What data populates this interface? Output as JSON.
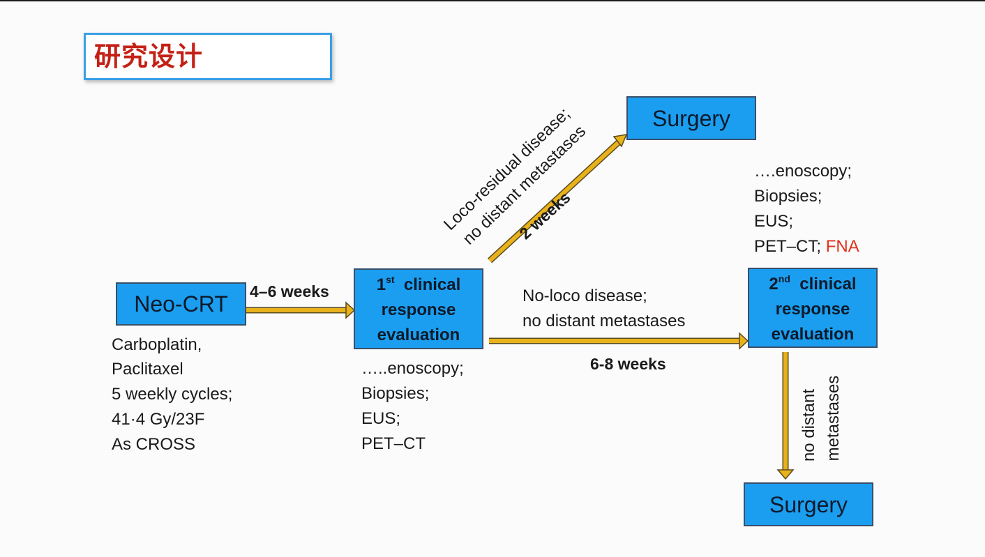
{
  "title": "研究设计",
  "boxes": {
    "neo_crt": "Neo-CRT",
    "surgery_top": "Surgery",
    "surgery_bottom": "Surgery",
    "eval1": {
      "ordinal": "1",
      "sup": "st",
      "line1": "clinical",
      "line2": "response",
      "line3": "evaluation"
    },
    "eval2": {
      "ordinal": "2",
      "sup": "nd",
      "line1": "clinical",
      "line2": "response",
      "line3": "evaluation"
    }
  },
  "labels": {
    "weeks_4_6": "4–6 weeks",
    "weeks_2": "2 weeks",
    "weeks_6_8": "6-8 weeks",
    "diag_line1": "Loco-residual disease;",
    "diag_line2": "no distant metastases",
    "no_loco_line1": "No-loco disease;",
    "no_loco_line2": "no distant metastases",
    "vert_line1": "no distant",
    "vert_line2": "metastases"
  },
  "neo_crt_details": [
    "Carboplatin,",
    "Paclitaxel",
    "5 weekly cycles;",
    "41·4 Gy/23F",
    "As CROSS"
  ],
  "eval1_details": [
    "…..enoscopy;",
    "Biopsies;",
    "EUS;",
    "PET–CT"
  ],
  "eval2_details": {
    "line1": "….enoscopy;",
    "line2": "Biopsies;",
    "line3": "EUS;",
    "line4_prefix": "PET–CT;",
    "line4_highlight": "FNA"
  },
  "colors": {
    "box_fill": "#1b9ef0",
    "arrow": "#e8b21a",
    "title_text": "#c42116",
    "title_border": "#3aa0e6",
    "highlight": "#e0321c"
  }
}
